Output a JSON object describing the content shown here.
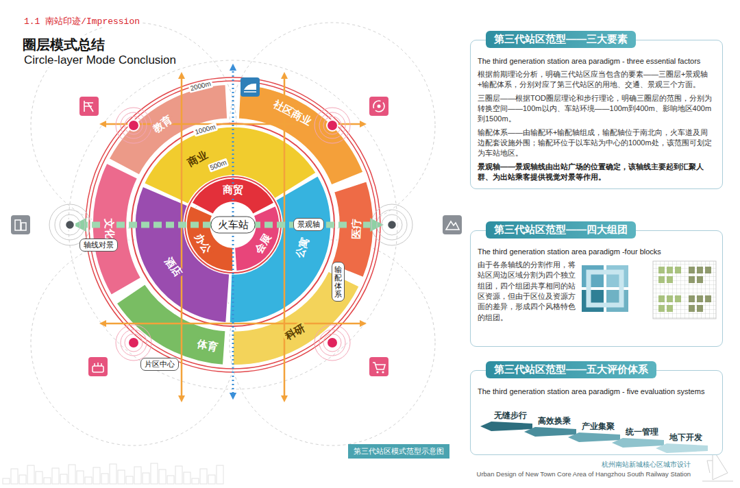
{
  "diagram": {
    "title": "圈层模式总结",
    "caption": "第三代站区模式范型示意图",
    "nodes": [
      {
        "text": [
          "教育"
        ]
      },
      {
        "text": [
          "社区商业"
        ]
      },
      {
        "text": [
          "医疗"
        ]
      },
      {
        "text": [
          "科研"
        ]
      },
      {
        "text": [
          "体育"
        ]
      },
      {
        "text": [
          "文化"
        ]
      },
      {
        "text": [
          "商业"
        ]
      },
      {
        "text": [
          "公寓"
        ]
      },
      {
        "text": [
          "酒店"
        ]
      },
      {
        "text": [
          "商贸"
        ]
      },
      {
        "text": [
          "会展"
        ]
      },
      {
        "text": [
          "办公"
        ]
      },
      {
        "text": [
          "火车站"
        ]
      },
      {
        "text": [
          "景观轴"
        ]
      },
      {
        "text": [
          "轴线对景"
        ]
      },
      {
        "text": [
          "输配体系"
        ]
      },
      {
        "text": [
          "片区中心"
        ]
      },
      {
        "text": [
          "第三代站区范型——三大要素",
          "The third generation station area paradigm - three essential factors",
          "根据前期理论分析，明确三代站区应当包含的要素——三圈层+景观轴+输配体系，分别对应了第三代站区的用地、交通、景观三个方面。",
          "三圈层——根据TOD圈层理论和步行理论，明确三圈层的范围，分别为转换空间——100m以内、车站环境——100m到400m、影响地区400m到1500m。",
          "输配体系——由输配环+输配轴组成，输配轴位于南北向，火车道及周边配套设施外围；输配环位于以车站为中心的1000m处，该范围可划定为车站地区。",
          "景观轴——景观轴线由出站广场的位置确定，该轴线主要起到汇聚人群、为出站乘客提供视觉对景等作用。"
        ]
      },
      {
        "text": [
          "第三代站区范型——四大组团",
          "The third generation station area paradigm -four blocks",
          "由于各条轴线的分割作用，将站区周边区域分割为四个独立组团，四个组团共享相同的站区资源，但由于区位及资源方面的差异，形成四个风格特色的组团。"
        ]
      },
      {
        "text": [
          "第三代站区范型——五大评价体系",
          "The third generation station area paradigm - five evaluation systems"
        ]
      },
      {
        "text": [
          "无缝步行"
        ],
        "in": 19
      },
      {
        "text": [
          "高效换乘"
        ],
        "in": 19
      },
      {
        "text": [
          "产业集聚"
        ],
        "in": 19
      },
      {
        "text": [
          "统一管理"
        ],
        "in": 19
      },
      {
        "text": [
          "地下开发"
        ],
        "in": 19
      }
    ],
    "labels": [
      "1.1 南站印迹/Impression",
      "Circle-layer Mode Conclusion",
      "2000m",
      "1000m",
      "500m",
      "杭州南站新城核心区城市设计",
      "Urban Design of New Town Core Area of Hangzhou South Railway Station"
    ]
  }
}
